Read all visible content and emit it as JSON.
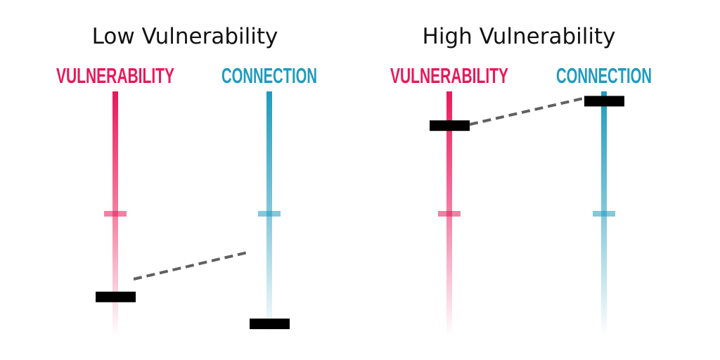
{
  "colors": {
    "vulnerability": "#e8185a",
    "connection": "#1d9bbd",
    "marker": "#000000",
    "link": "#606060",
    "title": "#111111"
  },
  "panels": [
    {
      "title": "Low Vulnerability",
      "axes": [
        {
          "label": "VULNERABILITY",
          "kind": "vulnerability",
          "level": 0.16
        },
        {
          "label": "CONNECTION",
          "kind": "connection",
          "level": 0.05
        }
      ]
    },
    {
      "title": "High Vulnerability",
      "axes": [
        {
          "label": "VULNERABILITY",
          "kind": "vulnerability",
          "level": 0.86
        },
        {
          "label": "CONNECTION",
          "kind": "connection",
          "level": 0.96
        }
      ]
    }
  ]
}
